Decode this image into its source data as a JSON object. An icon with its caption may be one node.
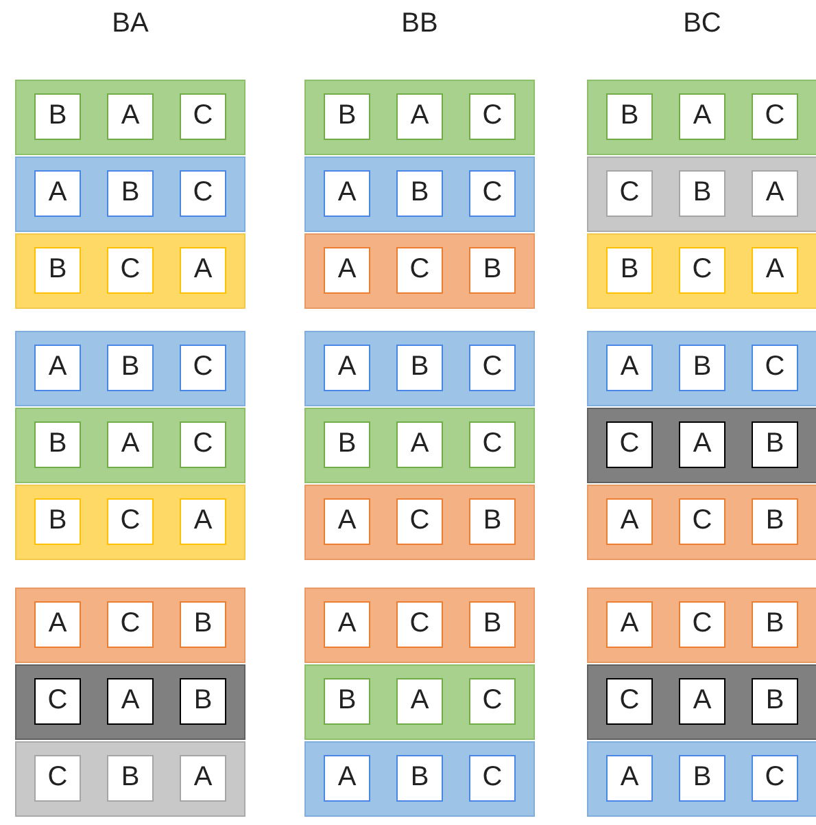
{
  "diagram": {
    "labels": [
      "BA",
      "BB",
      "BC"
    ],
    "nodes": [
      {
        "text": [],
        "shape": "bar"
      },
      {
        "text": [
          "B"
        ],
        "in": 0
      },
      {
        "text": [
          "A"
        ],
        "in": 0
      },
      {
        "text": [
          "C"
        ],
        "in": 0
      },
      {
        "text": [],
        "shape": "bar"
      },
      {
        "text": [
          "A"
        ],
        "in": 4
      },
      {
        "text": [
          "B"
        ],
        "in": 4
      },
      {
        "text": [
          "C"
        ],
        "in": 4
      },
      {
        "text": [],
        "shape": "bar"
      },
      {
        "text": [
          "B"
        ],
        "in": 8
      },
      {
        "text": [
          "C"
        ],
        "in": 8
      },
      {
        "text": [
          "A"
        ],
        "in": 8
      },
      {
        "text": [],
        "shape": "bar"
      },
      {
        "text": [
          "A"
        ],
        "in": 12
      },
      {
        "text": [
          "B"
        ],
        "in": 12
      },
      {
        "text": [
          "C"
        ],
        "in": 12
      },
      {
        "text": [],
        "shape": "bar"
      },
      {
        "text": [
          "B"
        ],
        "in": 16
      },
      {
        "text": [
          "A"
        ],
        "in": 16
      },
      {
        "text": [
          "C"
        ],
        "in": 16
      },
      {
        "text": [],
        "shape": "bar"
      },
      {
        "text": [
          "B"
        ],
        "in": 20
      },
      {
        "text": [
          "C"
        ],
        "in": 20
      },
      {
        "text": [
          "A"
        ],
        "in": 20
      },
      {
        "text": [],
        "shape": "bar"
      },
      {
        "text": [
          "A"
        ],
        "in": 24
      },
      {
        "text": [
          "C"
        ],
        "in": 24
      },
      {
        "text": [
          "B"
        ],
        "in": 24
      },
      {
        "text": [],
        "shape": "bar"
      },
      {
        "text": [
          "C"
        ],
        "in": 28
      },
      {
        "text": [
          "A"
        ],
        "in": 28
      },
      {
        "text": [
          "B"
        ],
        "in": 28
      },
      {
        "text": [],
        "shape": "bar"
      },
      {
        "text": [
          "C"
        ],
        "in": 32
      },
      {
        "text": [
          "B"
        ],
        "in": 32
      },
      {
        "text": [
          "A"
        ],
        "in": 32
      },
      {
        "text": [],
        "shape": "bar"
      },
      {
        "text": [
          "B"
        ],
        "in": 36
      },
      {
        "text": [
          "A"
        ],
        "in": 36
      },
      {
        "text": [
          "C"
        ],
        "in": 36
      },
      {
        "text": [],
        "shape": "bar"
      },
      {
        "text": [
          "A"
        ],
        "in": 40
      },
      {
        "text": [
          "B"
        ],
        "in": 40
      },
      {
        "text": [
          "C"
        ],
        "in": 40
      },
      {
        "text": [],
        "shape": "bar"
      },
      {
        "text": [
          "A"
        ],
        "in": 44
      },
      {
        "text": [
          "C"
        ],
        "in": 44
      },
      {
        "text": [
          "B"
        ],
        "in": 44
      },
      {
        "text": [],
        "shape": "bar"
      },
      {
        "text": [
          "A"
        ],
        "in": 48
      },
      {
        "text": [
          "B"
        ],
        "in": 48
      },
      {
        "text": [
          "C"
        ],
        "in": 48
      },
      {
        "text": [],
        "shape": "bar"
      },
      {
        "text": [
          "B"
        ],
        "in": 52
      },
      {
        "text": [
          "A"
        ],
        "in": 52
      },
      {
        "text": [
          "C"
        ],
        "in": 52
      },
      {
        "text": [],
        "shape": "bar"
      },
      {
        "text": [
          "A"
        ],
        "in": 56
      },
      {
        "text": [
          "C"
        ],
        "in": 56
      },
      {
        "text": [
          "B"
        ],
        "in": 56
      },
      {
        "text": [],
        "shape": "bar"
      },
      {
        "text": [
          "A"
        ],
        "in": 60
      },
      {
        "text": [
          "C"
        ],
        "in": 60
      },
      {
        "text": [
          "B"
        ],
        "in": 60
      },
      {
        "text": [],
        "shape": "bar"
      },
      {
        "text": [
          "B"
        ],
        "in": 64
      },
      {
        "text": [
          "A"
        ],
        "in": 64
      },
      {
        "text": [
          "C"
        ],
        "in": 64
      },
      {
        "text": [],
        "shape": "bar"
      },
      {
        "text": [
          "A"
        ],
        "in": 68
      },
      {
        "text": [
          "B"
        ],
        "in": 68
      },
      {
        "text": [
          "C"
        ],
        "in": 68
      },
      {
        "text": [],
        "shape": "bar"
      },
      {
        "text": [
          "B"
        ],
        "in": 72
      },
      {
        "text": [
          "A"
        ],
        "in": 72
      },
      {
        "text": [
          "C"
        ],
        "in": 72
      },
      {
        "text": [],
        "shape": "bar"
      },
      {
        "text": [
          "C"
        ],
        "in": 76
      },
      {
        "text": [
          "B"
        ],
        "in": 76
      },
      {
        "text": [
          "A"
        ],
        "in": 76
      },
      {
        "text": [],
        "shape": "bar"
      },
      {
        "text": [
          "B"
        ],
        "in": 80
      },
      {
        "text": [
          "C"
        ],
        "in": 80
      },
      {
        "text": [
          "A"
        ],
        "in": 80
      },
      {
        "text": [],
        "shape": "bar"
      },
      {
        "text": [
          "A"
        ],
        "in": 84
      },
      {
        "text": [
          "B"
        ],
        "in": 84
      },
      {
        "text": [
          "C"
        ],
        "in": 84
      },
      {
        "text": [],
        "shape": "bar"
      },
      {
        "text": [
          "C"
        ],
        "in": 88
      },
      {
        "text": [
          "A"
        ],
        "in": 88
      },
      {
        "text": [
          "B"
        ],
        "in": 88
      },
      {
        "text": [],
        "shape": "bar"
      },
      {
        "text": [
          "A"
        ],
        "in": 92
      },
      {
        "text": [
          "C"
        ],
        "in": 92
      },
      {
        "text": [
          "B"
        ],
        "in": 92
      },
      {
        "text": [],
        "shape": "bar"
      },
      {
        "text": [
          "A"
        ],
        "in": 96
      },
      {
        "text": [
          "C"
        ],
        "in": 96
      },
      {
        "text": [
          "B"
        ],
        "in": 96
      },
      {
        "text": [],
        "shape": "bar"
      },
      {
        "text": [
          "C"
        ],
        "in": 100
      },
      {
        "text": [
          "A"
        ],
        "in": 100
      },
      {
        "text": [
          "B"
        ],
        "in": 100
      },
      {
        "text": [],
        "shape": "bar"
      },
      {
        "text": [
          "A"
        ],
        "in": 104
      },
      {
        "text": [
          "B"
        ],
        "in": 104
      },
      {
        "text": [
          "C"
        ],
        "in": 104
      }
    ]
  }
}
